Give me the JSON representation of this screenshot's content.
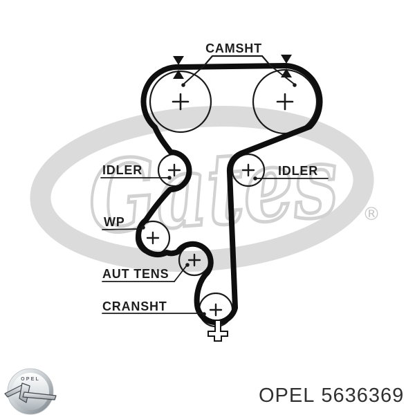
{
  "product_image": {
    "kind": "timing-belt-routing-diagram"
  },
  "diagram": {
    "labels": {
      "camshaft": "CAMSHT",
      "idler_left": "IDLER",
      "idler_right": "IDLER",
      "water_pump": "WP",
      "auto_tensioner": "AUT TENS",
      "crankshaft": "CRANSHT"
    },
    "pulley_center_mark": "+",
    "colors": {
      "belt": "#0e0e0e",
      "line": "#1a1a1a",
      "label_text": "#1e1e1e",
      "watermark_gray": "#d9d9d9"
    }
  },
  "watermark": {
    "brand_script": "Gates",
    "registered_mark": "®"
  },
  "footer": {
    "logo": "opel-blitz-logo",
    "logo_ring_text": "OPEL",
    "brand": "OPEL",
    "part_number": "5636369"
  }
}
